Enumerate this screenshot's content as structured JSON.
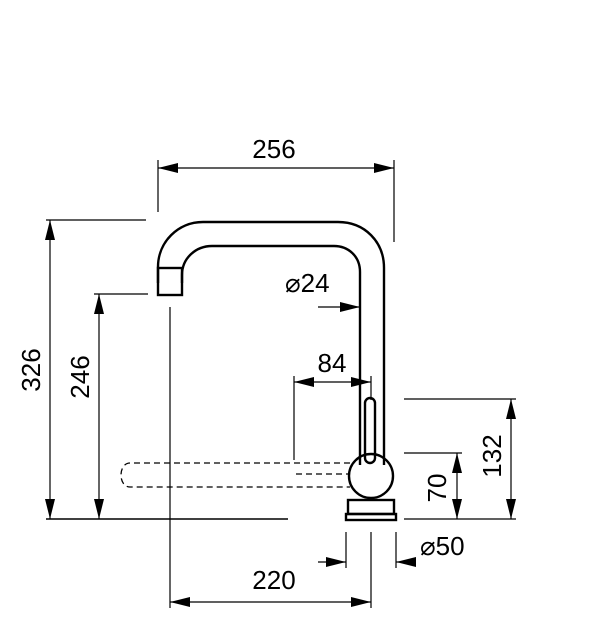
{
  "dimensions": {
    "width_overall": "256",
    "height_total": "326",
    "height_spout": "246",
    "pipe_diameter": "⌀24",
    "handle_offset": "84",
    "lever_height": "132",
    "base_height": "70",
    "base_diameter": "⌀50",
    "reach": "220"
  }
}
